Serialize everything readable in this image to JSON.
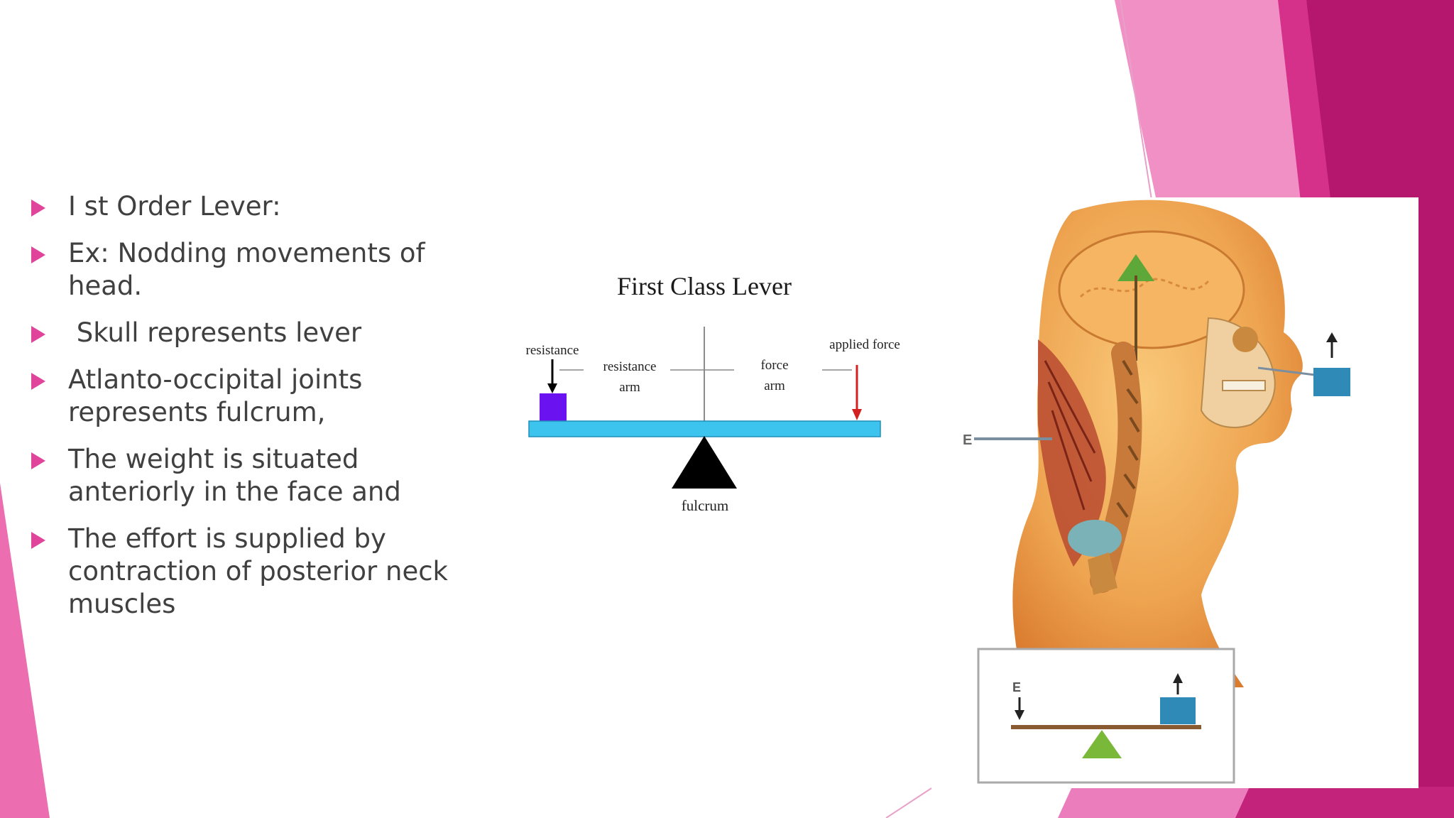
{
  "slide": {
    "bullets": [
      "I st Order Lever:",
      "Ex: Nodding movements of head.",
      " Skull represents lever",
      "Atlanto-occipital joints represents fulcrum,",
      "The weight is situated anteriorly in the face and",
      "The effort is supplied by contraction of posterior neck muscles"
    ]
  },
  "lever_diagram": {
    "title": "First Class Lever",
    "resistance": "resistance",
    "resistance_arm_1": "resistance",
    "resistance_arm_2": "arm",
    "force_arm_1": "force",
    "force_arm_2": "arm",
    "applied_force": "applied force",
    "fulcrum": "fulcrum"
  },
  "anatomy_illustration": {
    "effort_label": "E",
    "inset_effort_label": "E"
  },
  "colors": {
    "accent_pink": "#e0459b",
    "deep_magenta": "#b5176f",
    "light_pink": "#f090c5",
    "beam_blue": "#3cc3ee",
    "resistance_purple": "#6a12f0",
    "force_red": "#d42020"
  },
  "icons": [
    "bullet-arrow-icon",
    "down-arrow-icon",
    "up-arrow-icon",
    "fulcrum-triangle-icon"
  ]
}
